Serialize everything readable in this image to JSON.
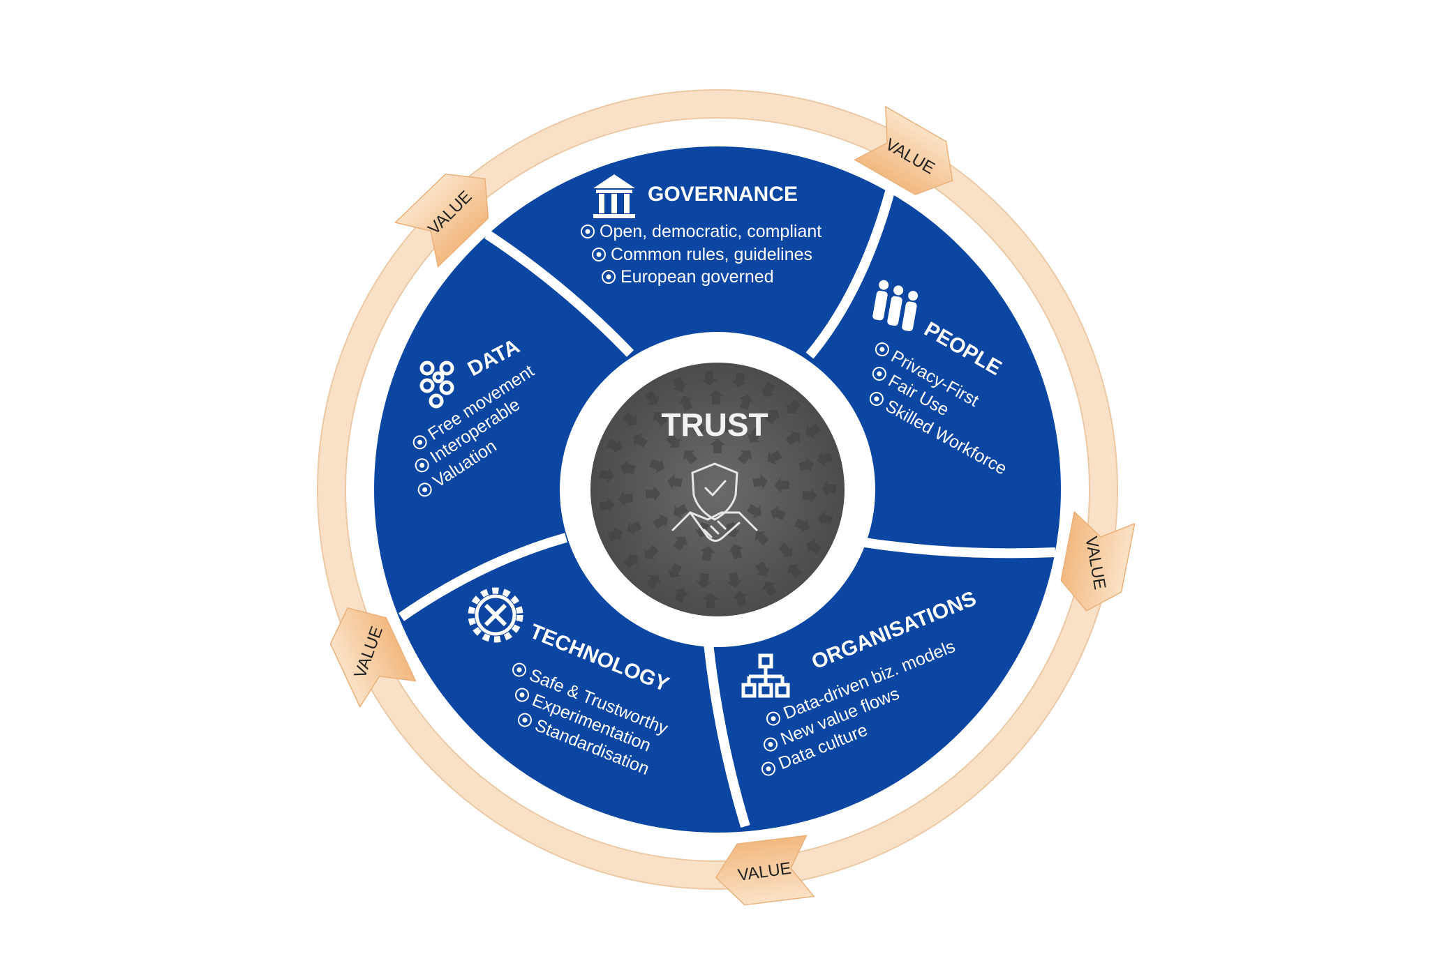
{
  "center": {
    "label": "TRUST",
    "icon": "shield-handshake-icon"
  },
  "value_arrows": [
    "VALUE",
    "VALUE",
    "VALUE",
    "VALUE",
    "VALUE"
  ],
  "segments": {
    "governance": {
      "title": "GOVERNANCE",
      "icon": "institution-icon",
      "bullets": [
        "Open, democratic, compliant",
        "Common rules, guidelines",
        "European governed"
      ]
    },
    "people": {
      "title": "PEOPLE",
      "icon": "people-icon",
      "bullets": [
        "Privacy-First",
        "Fair Use",
        "Skilled Workforce"
      ]
    },
    "organisations": {
      "title": "ORGANISATIONS",
      "icon": "org-chart-icon",
      "bullets": [
        "Data-driven biz. models",
        "New value flows",
        "Data culture"
      ]
    },
    "technology": {
      "title": "TECHNOLOGY",
      "icon": "gear-tools-icon",
      "bullets": [
        "Safe & Trustworthy",
        "Experimentation",
        "Standardisation"
      ]
    },
    "data": {
      "title": "DATA",
      "icon": "molecule-network-icon",
      "bullets": [
        "Free movement",
        "Interoperable",
        "Valuation"
      ]
    }
  },
  "colors": {
    "segment": "#0c46a3",
    "ring": "#f9e1c8",
    "arrow": "#f5c28f",
    "center": "#5a5a5a"
  }
}
